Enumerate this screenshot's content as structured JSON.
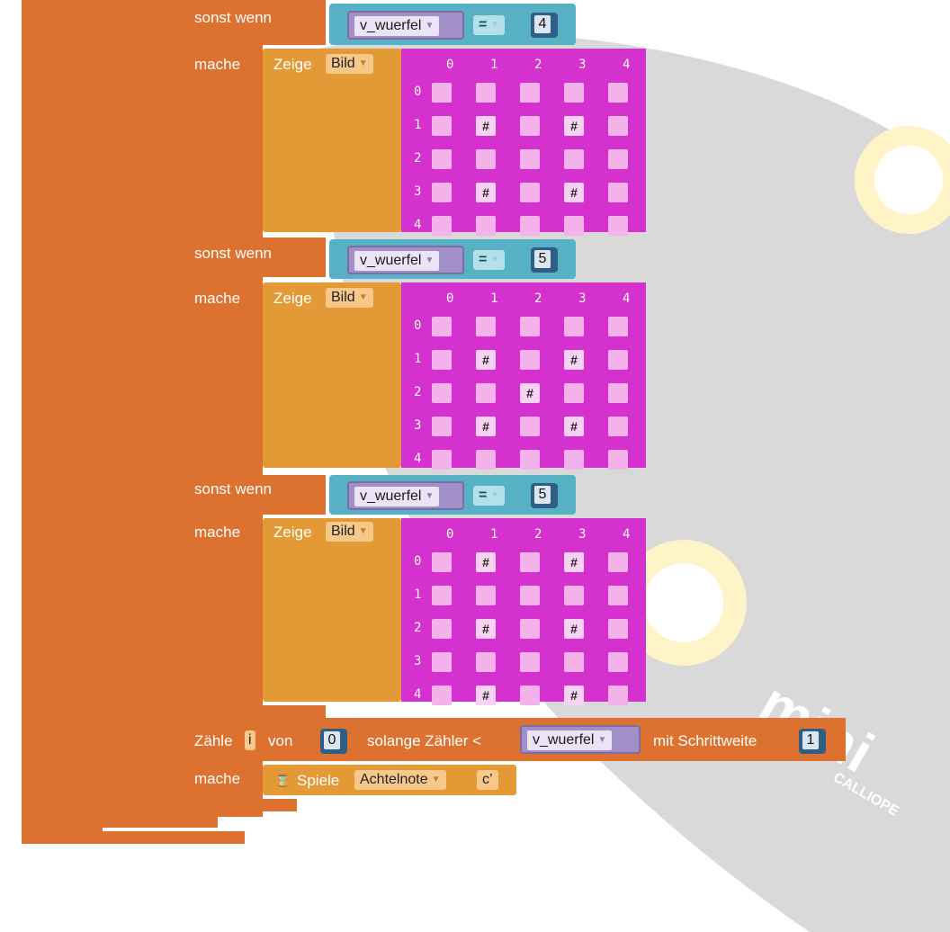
{
  "labels": {
    "else_if": "sonst wenn",
    "do": "mache",
    "show": "Zeige",
    "image": "Bild",
    "equals": "=",
    "var": "v_wuerfel"
  },
  "grid_axis": [
    "0",
    "1",
    "2",
    "3",
    "4"
  ],
  "blocks": [
    {
      "compare_value": "4",
      "pattern": [
        [
          0,
          0,
          0,
          0,
          0
        ],
        [
          0,
          1,
          0,
          1,
          0
        ],
        [
          0,
          0,
          0,
          0,
          0
        ],
        [
          0,
          1,
          0,
          1,
          0
        ],
        [
          0,
          0,
          0,
          0,
          0
        ]
      ]
    },
    {
      "compare_value": "5",
      "pattern": [
        [
          0,
          0,
          0,
          0,
          0
        ],
        [
          0,
          1,
          0,
          1,
          0
        ],
        [
          0,
          0,
          1,
          0,
          0
        ],
        [
          0,
          1,
          0,
          1,
          0
        ],
        [
          0,
          0,
          0,
          0,
          0
        ]
      ]
    },
    {
      "compare_value": "5",
      "pattern": [
        [
          0,
          1,
          0,
          1,
          0
        ],
        [
          0,
          0,
          0,
          0,
          0
        ],
        [
          0,
          1,
          0,
          1,
          0
        ],
        [
          0,
          0,
          0,
          0,
          0
        ],
        [
          0,
          1,
          0,
          1,
          0
        ]
      ]
    }
  ],
  "cell_mark": "#",
  "loop": {
    "count_label": "Zähle",
    "var": "i",
    "from_label": "von",
    "from_value": "0",
    "while_label": "solange Zähler <",
    "limit_var": "v_wuerfel",
    "step_label": "mit Schrittweite",
    "step_value": "1",
    "do_label": "mache",
    "play_label": "Spiele",
    "note": "Achtelnote",
    "pitch": "c’"
  },
  "watermark": "calliope mini",
  "colors": {
    "control": "#dd7230",
    "show": "#e39a36",
    "logic": "#56b1c5",
    "image": "#d431ce",
    "variable": "#a28fc8",
    "number": "#2f5f86"
  }
}
